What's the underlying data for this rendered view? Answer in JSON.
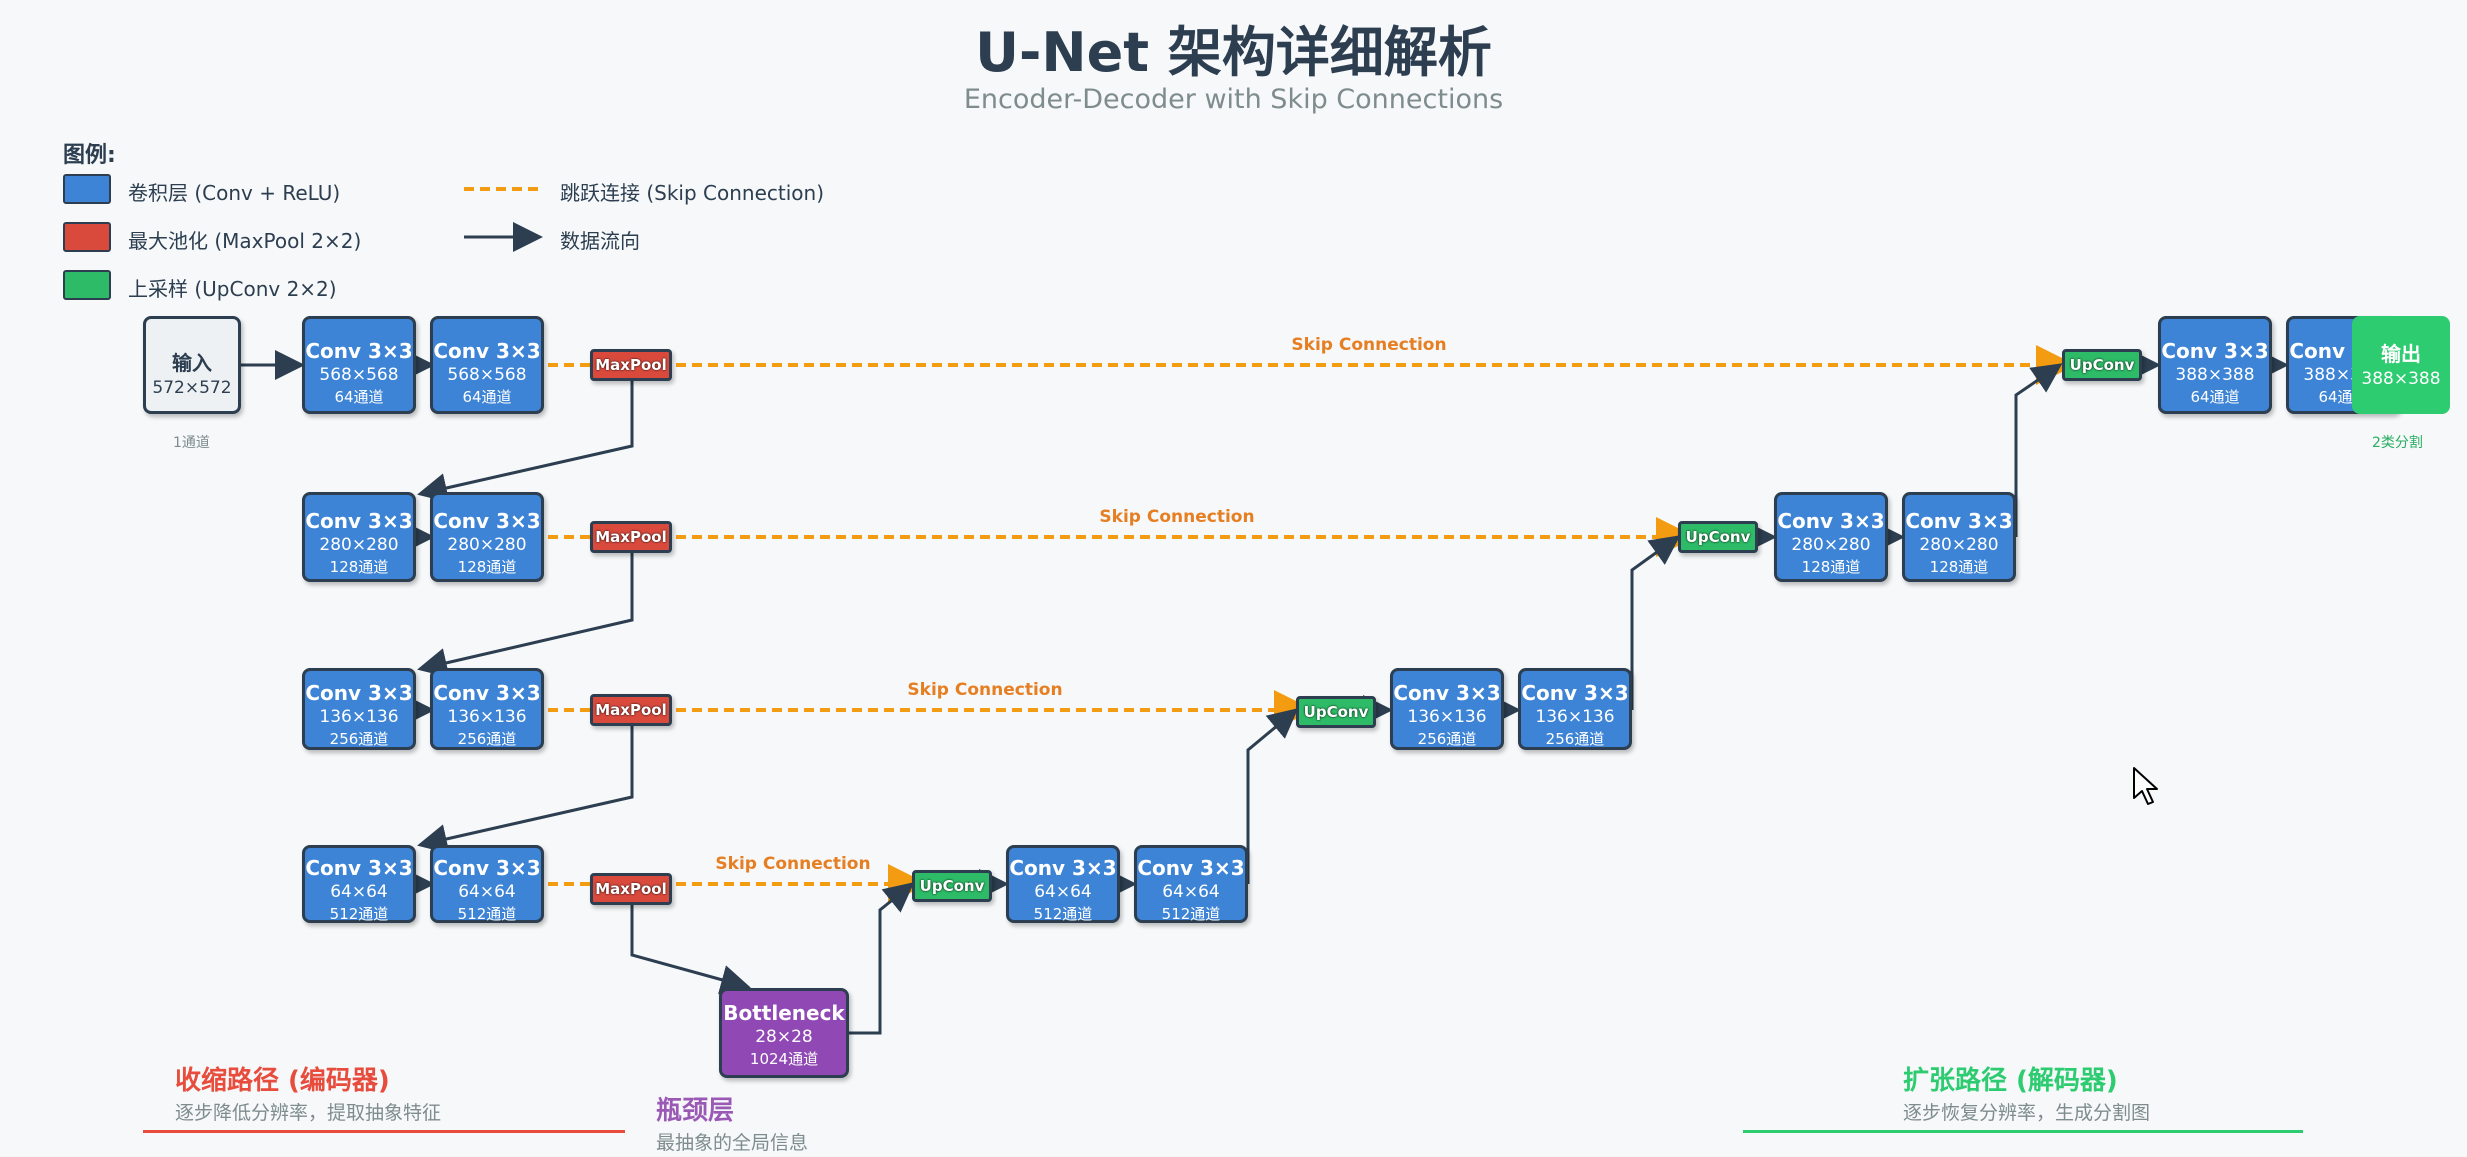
{
  "header": {
    "title": "U-Net 架构详细解析",
    "subtitle": "Encoder-Decoder with Skip Connections"
  },
  "legend": {
    "title": "图例:",
    "conv": "卷积层 (Conv + ReLU)",
    "pool": "最大池化 (MaxPool 2×2)",
    "up": "上采样 (UpConv 2×2)",
    "skip": "跳跃连接 (Skip Connection)",
    "flow": "数据流向"
  },
  "colors": {
    "conv": "#3d84d6",
    "pool": "#d94a3d",
    "up": "#2dbb67",
    "bottleneck": "#9048b4",
    "skip": "#f39c12",
    "encoder": "#e74c3c",
    "decoder": "#2ecc71"
  },
  "io": {
    "input_title": "输入",
    "input_size": "572×572",
    "input_note": "1通道",
    "output_title": "输出",
    "output_size": "388×388",
    "output_note": "2类分割"
  },
  "conv_title": "Conv 3×3",
  "pool_label": "MaxPool",
  "up_label": "UpConv",
  "skip_label": "Skip Connection",
  "encoder_levels": [
    {
      "size": "568×568",
      "channels": "64通道"
    },
    {
      "size": "280×280",
      "channels": "128通道"
    },
    {
      "size": "136×136",
      "channels": "256通道"
    },
    {
      "size": "64×64",
      "channels": "512通道"
    }
  ],
  "decoder_levels": [
    {
      "size": "64×64",
      "channels": "512通道"
    },
    {
      "size": "136×136",
      "channels": "256通道"
    },
    {
      "size": "280×280",
      "channels": "128通道"
    },
    {
      "size": "388×388",
      "channels": "64通道"
    }
  ],
  "bottleneck": {
    "title": "Bottleneck",
    "size": "28×28",
    "channels": "1024通道"
  },
  "sections": {
    "encoder_title": "收缩路径 (编码器)",
    "encoder_desc": "逐步降低分辨率，提取抽象特征",
    "bottleneck_title": "瓶颈层",
    "bottleneck_desc": "最抽象的全局信息",
    "decoder_title": "扩张路径 (解码器)",
    "decoder_desc": "逐步恢复分辨率，生成分割图"
  }
}
